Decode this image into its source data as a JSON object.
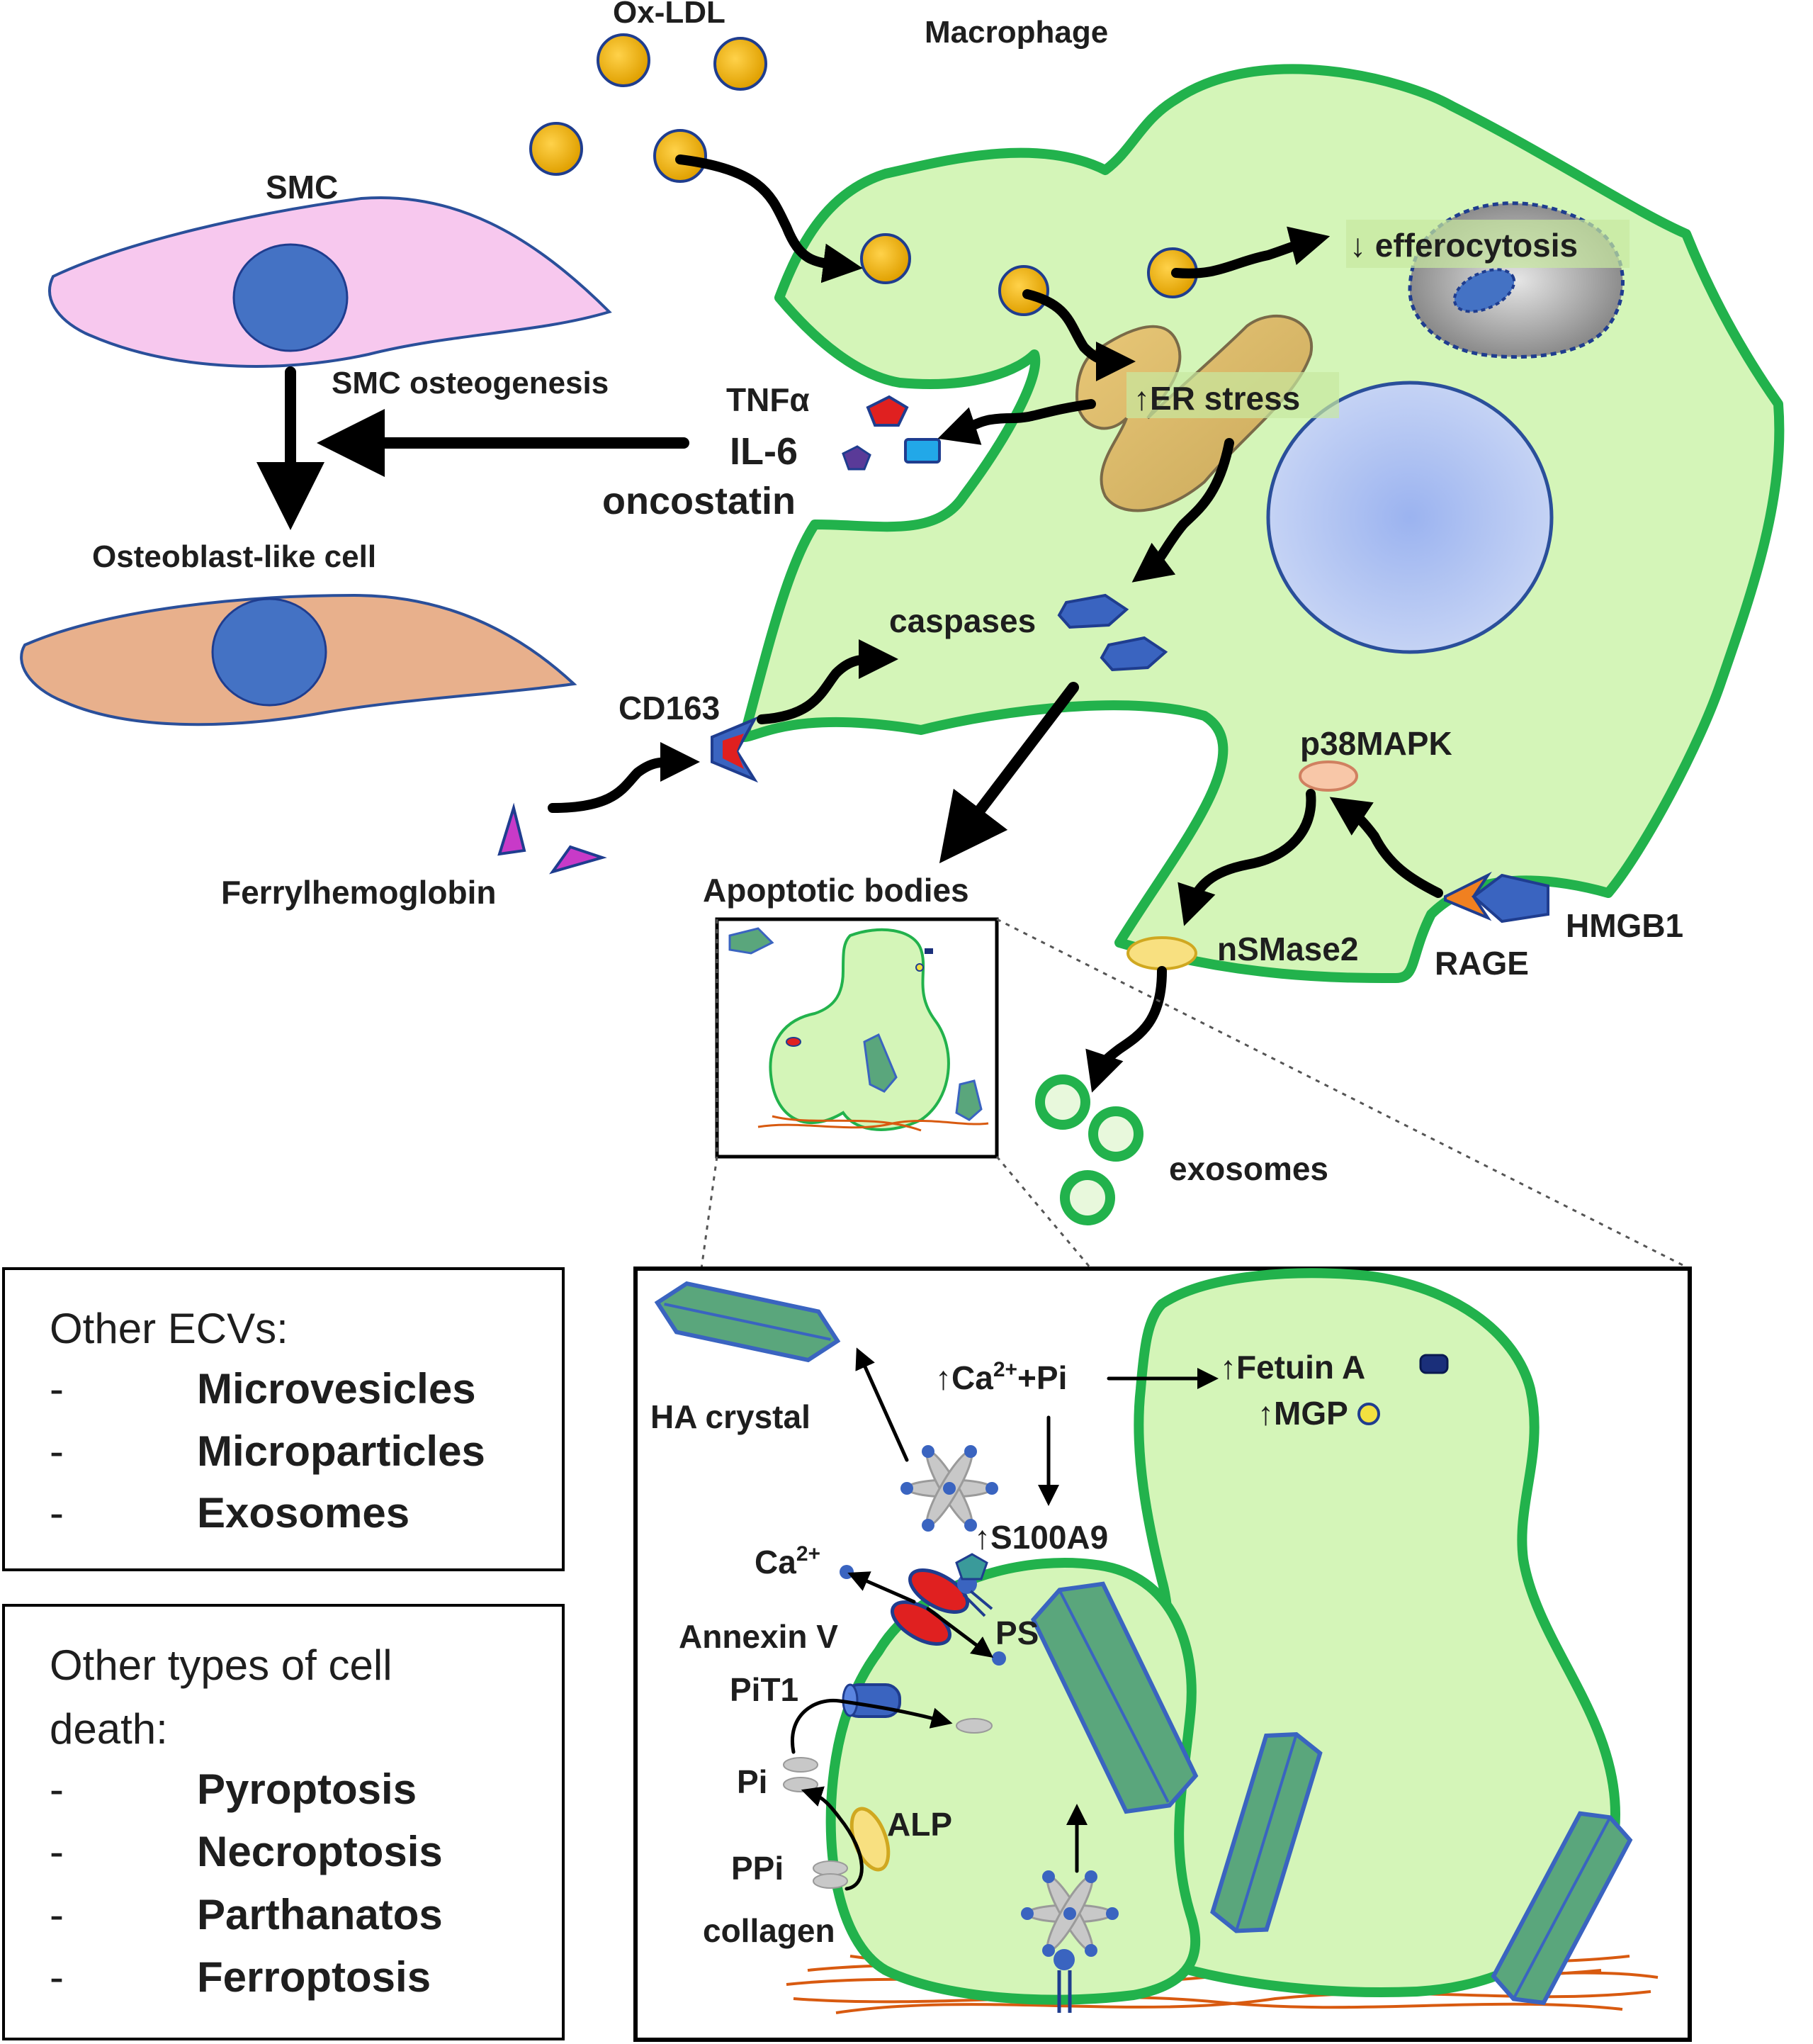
{
  "labels": {
    "ox_ldl": "Ox-LDL",
    "macrophage": "Macrophage",
    "smc": "SMC",
    "smc_osteogenesis": "SMC osteogenesis",
    "osteoblast_like_cell": "Osteoblast-like cell",
    "tnfa": "TNFα",
    "il6": "IL-6",
    "oncostatin": "oncostatin",
    "er_stress": "↑ER stress",
    "efferocytosis": "↓ efferocytosis",
    "caspases": "caspases",
    "cd163": "CD163",
    "ferrylhemoglobin": "Ferrylhemoglobin",
    "apoptotic_bodies": "Apoptotic bodies",
    "p38mapk": "p38MAPK",
    "nsmase2": "nSMase2",
    "hmgb1": "HMGB1",
    "rage": "RAGE",
    "exosomes": "exosomes"
  },
  "ecv_box": {
    "title": "Other ECVs:",
    "items": [
      {
        "dash": "-",
        "text": "Microvesicles"
      },
      {
        "dash": "-",
        "text": "Microparticles"
      },
      {
        "dash": "-",
        "text": "Exosomes"
      }
    ]
  },
  "death_box": {
    "title_line1": "Other types of cell",
    "title_line2": "death:",
    "items": [
      {
        "dash": "-",
        "text": "Pyroptosis"
      },
      {
        "dash": "-",
        "text": "Necroptosis"
      },
      {
        "dash": "-",
        "text": "Parthanatos"
      },
      {
        "dash": "-",
        "text": "Ferroptosis"
      }
    ]
  },
  "inset": {
    "ha_crystal": "HA crystal",
    "up": "↑",
    "ca": "Ca",
    "two_plus": "2+",
    "plus_pi": "+Pi",
    "fetuin": "↑Fetuin A",
    "mgp": "↑MGP",
    "s100a9": "↑S100A9",
    "ca_ion": "Ca",
    "annexin": "Annexin V",
    "ps": "PS",
    "pit1": "PiT1",
    "pi": "Pi",
    "alp": "ALP",
    "ppi": "PPi",
    "collagen": "collagen"
  },
  "colors": {
    "cell_fill": "#d4f5b8",
    "cell_stroke": "#22b24c",
    "smc_fill": "#f7c8ee",
    "osteoblast_fill": "#e8b08c",
    "nucleus": "#4472c4",
    "oxldl": "#f2b400",
    "crystal": "#5aa67c"
  }
}
